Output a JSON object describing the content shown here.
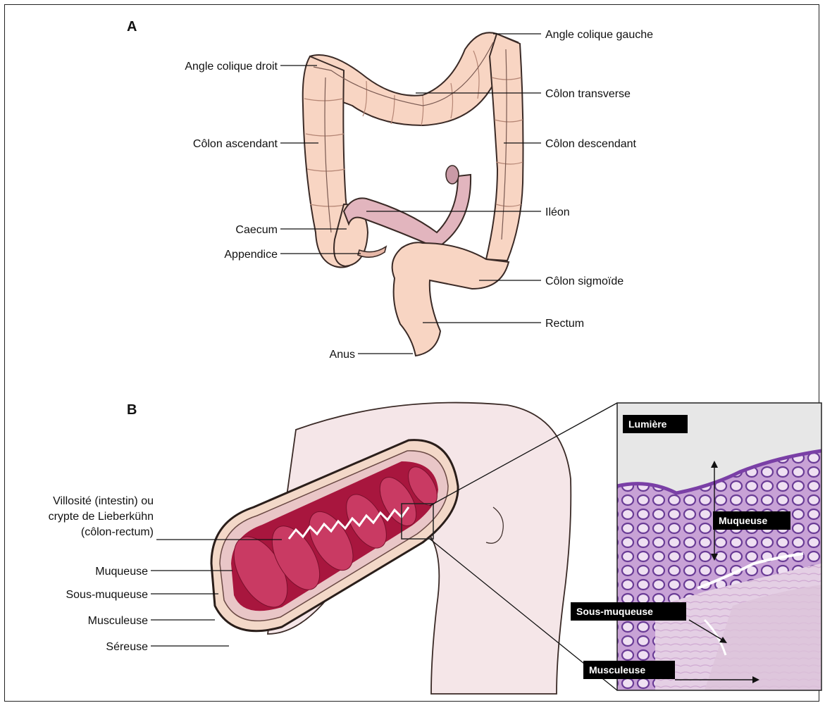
{
  "panel_a": {
    "letter": "A",
    "labels": {
      "angle_colique_gauche": "Angle colique gauche",
      "angle_colique_droit": "Angle colique droit",
      "colon_transverse": "Côlon transverse",
      "colon_ascendant": "Côlon ascendant",
      "colon_descendant": "Côlon descendant",
      "ileon": "Iléon",
      "caecum": "Caecum",
      "appendice": "Appendice",
      "colon_sigmoide": "Côlon sigmoïde",
      "rectum": "Rectum",
      "anus": "Anus"
    }
  },
  "panel_b": {
    "letter": "B",
    "labels": {
      "villosite_line1": "Villosité (intestin) ou",
      "villosite_line2": "crypte de Lieberkühn",
      "villosite_line3": "(côlon-rectum)",
      "muqueuse": "Muqueuse",
      "sous_muqueuse": "Sous-muqueuse",
      "musculeuse": "Musculeuse",
      "sereuse": "Séreuse"
    },
    "histology": {
      "lumiere": "Lumière",
      "muqueuse": "Muqueuse",
      "sous_muqueuse": "Sous-muqueuse",
      "musculeuse": "Musculeuse"
    }
  },
  "colors": {
    "colon_fill": "#f8d5c3",
    "colon_stroke": "#3a2a26",
    "ileum_fill": "#e2b5be",
    "intestine_outer": "#f5e6e8",
    "mucosa_dark": "#a8163e",
    "mucosa_mid": "#c93a63",
    "histo_lumen": "#e7e7e7",
    "histo_tissue": "#c9a4d2",
    "histo_gland": "#7a4aa0",
    "label_box": "#000000"
  }
}
